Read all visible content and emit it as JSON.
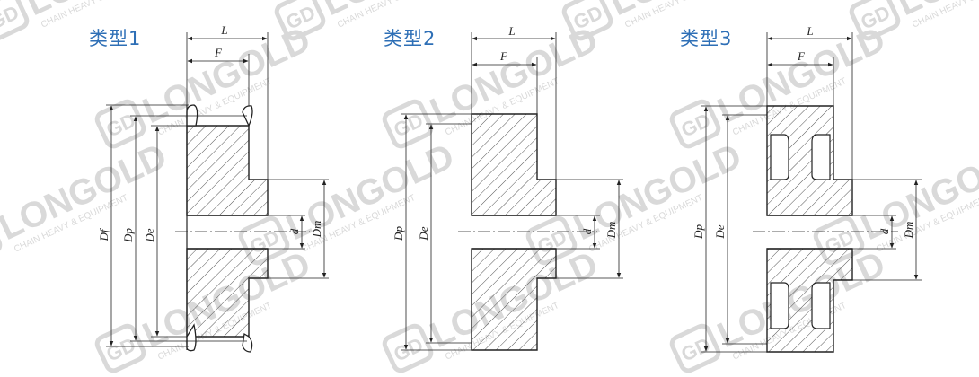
{
  "diagrams": [
    {
      "title": "类型1",
      "labels": {
        "L": "L",
        "F": "F",
        "Df": "Df",
        "Dp": "Dp",
        "De": "De",
        "d": "d",
        "Dm": "Dm"
      }
    },
    {
      "title": "类型2",
      "labels": {
        "L": "L",
        "F": "F",
        "Dp": "Dp",
        "De": "De",
        "d": "d",
        "Dm": "Dm"
      }
    },
    {
      "title": "类型3",
      "labels": {
        "L": "L",
        "F": "F",
        "Dp": "Dp",
        "De": "De",
        "d": "d",
        "Dm": "Dm"
      }
    }
  ],
  "watermark": {
    "brand": "LONGOLD",
    "sub": "CHAIN HEAVY & EQUIPMENT",
    "logo": "GD"
  },
  "colors": {
    "title": "#2e6fb6",
    "line": "#222222",
    "hatch": "#444444",
    "watermark": "#d9d9d9"
  }
}
